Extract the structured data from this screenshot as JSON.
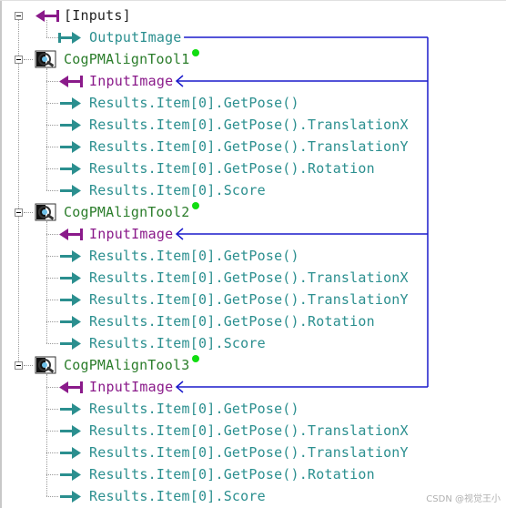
{
  "tree": {
    "root": {
      "label": "[Inputs]"
    },
    "output_image": {
      "label": "OutputImage"
    },
    "tools": [
      {
        "label": "CogPMAlignTool1",
        "input": "InputImage",
        "results": [
          "Results.Item[0].GetPose()",
          "Results.Item[0].GetPose().TranslationX",
          "Results.Item[0].GetPose().TranslationY",
          "Results.Item[0].GetPose().Rotation",
          "Results.Item[0].Score"
        ]
      },
      {
        "label": "CogPMAlignTool2",
        "input": "InputImage",
        "results": [
          "Results.Item[0].GetPose()",
          "Results.Item[0].GetPose().TranslationX",
          "Results.Item[0].GetPose().TranslationY",
          "Results.Item[0].GetPose().Rotation",
          "Results.Item[0].Score"
        ]
      },
      {
        "label": "CogPMAlignTool3",
        "input": "InputImage",
        "results": [
          "Results.Item[0].GetPose()",
          "Results.Item[0].GetPose().TranslationX",
          "Results.Item[0].GetPose().TranslationY",
          "Results.Item[0].GetPose().Rotation",
          "Results.Item[0].Score"
        ]
      }
    ]
  },
  "icons": {
    "root": "purple-input-arrow-icon",
    "output": "teal-output-arrow-icon",
    "tool": "pmalign-tool-icon",
    "input": "purple-input-arrow-icon",
    "result": "teal-output-arrow-icon",
    "status": "green-status-dot-icon"
  },
  "colors": {
    "link": "#1a1acc",
    "purple": "#8a1a8a",
    "teal": "#2b8f8f",
    "green": "#2b7d2b",
    "status": "#11dd11"
  },
  "watermark": "CSDN @视觉王小"
}
